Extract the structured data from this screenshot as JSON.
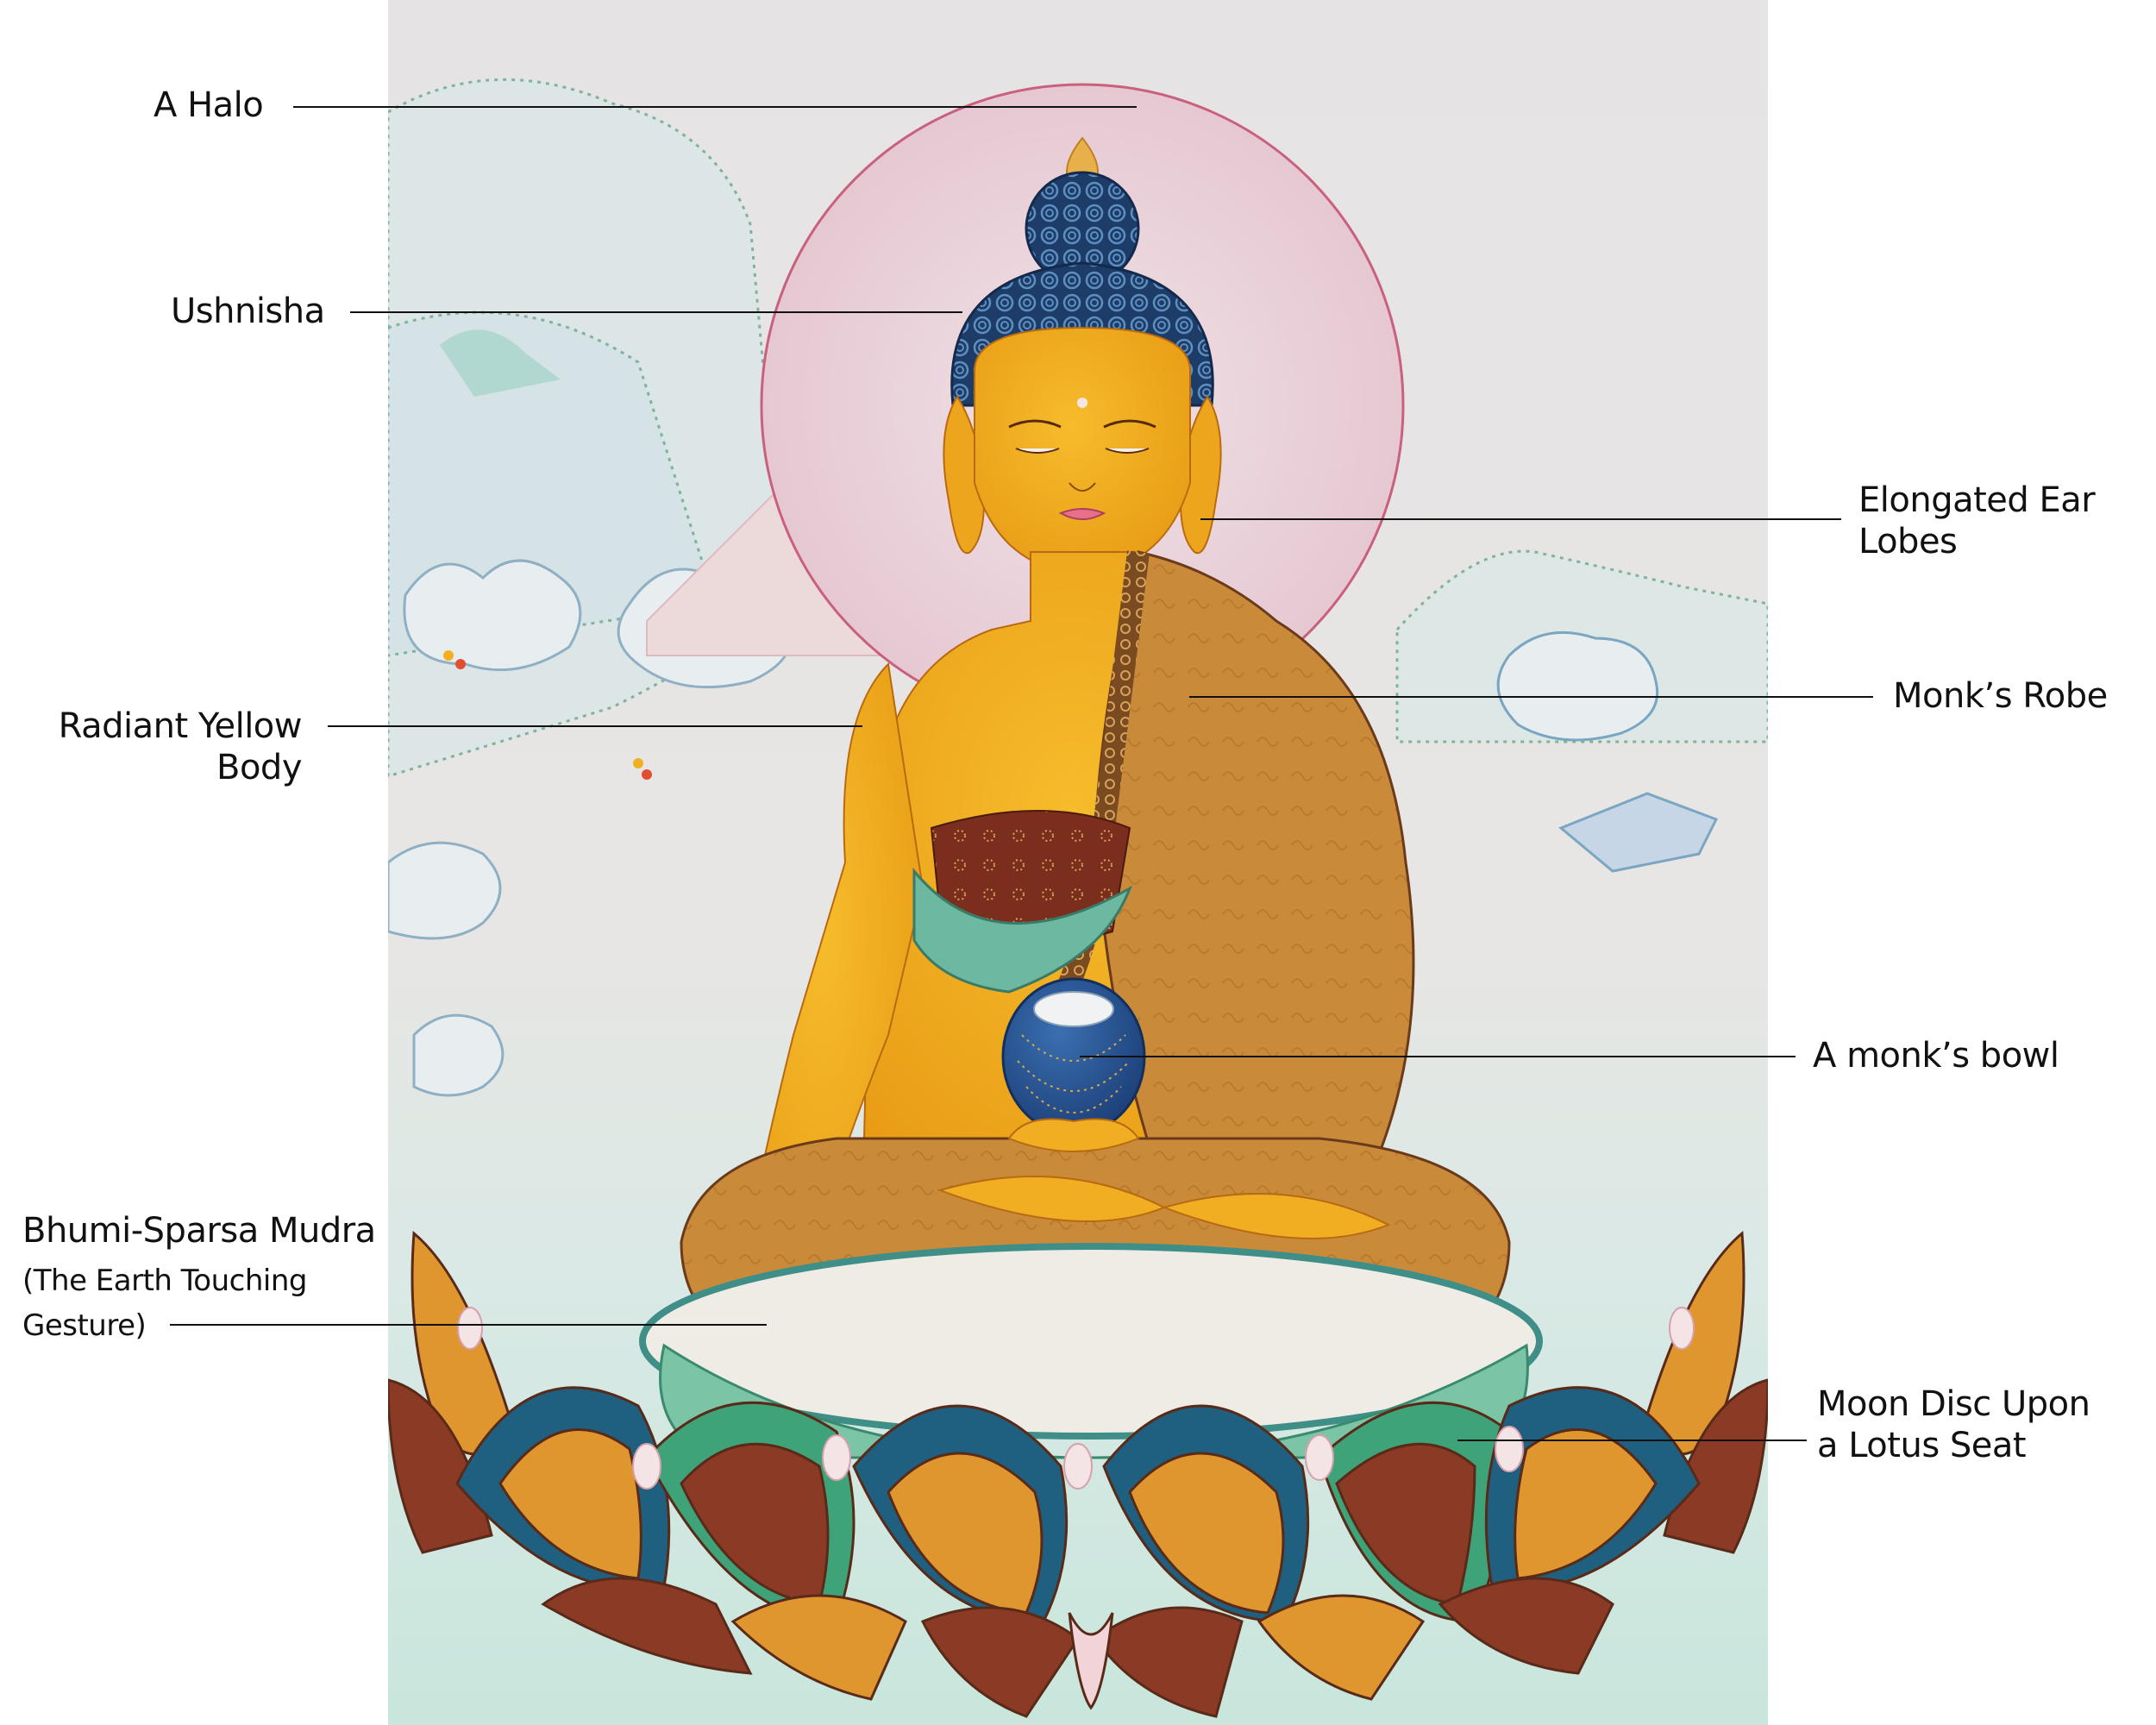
{
  "figure": {
    "title": "Annotated Shakyamuni Buddha Thangka",
    "colors": {
      "page_background": "#ffffff",
      "painting_sky": "#e9e5e3",
      "painting_ground": "#cfe7df",
      "halo_fill": "#ead3db",
      "halo_outline": "#c8607e",
      "body_yellow": "#f0ac1c",
      "hair_blue": "#1f3f6e",
      "robe_ochre": "#c98a3a",
      "robe_dark": "#6b3a1a",
      "sash_green": "#5fae98",
      "bowl_blue": "#2a5a9a",
      "lotus_maroon": "#8b3a26",
      "lotus_gold": "#e0962e",
      "lotus_teal_blue": "#1f5f80",
      "lotus_green": "#3fa37a",
      "moon_disc": "#efece6",
      "leader_line": "#111111"
    }
  },
  "annotations": {
    "halo": {
      "text": "A Halo"
    },
    "ushnisha": {
      "text": "Ushnisha"
    },
    "ear_lobes": {
      "line1": "Elongated Ear",
      "line2": "Lobes"
    },
    "body": {
      "line1": "Radiant Yellow",
      "line2": "Body"
    },
    "robe": {
      "text": "Monk’s Robe"
    },
    "bowl": {
      "text": "A monk’s bowl"
    },
    "mudra": {
      "line1": "Bhumi-Sparsa Mudra",
      "line2": "(The Earth Touching",
      "line3": "Gesture)"
    },
    "seat": {
      "line1": "Moon Disc Upon",
      "line2": "a Lotus Seat"
    }
  }
}
